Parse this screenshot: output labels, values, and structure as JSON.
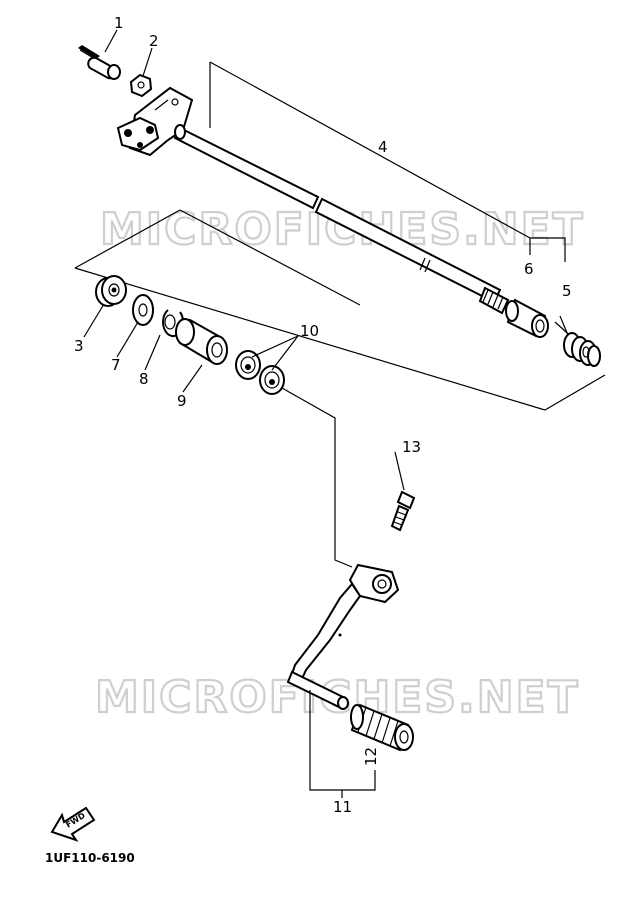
{
  "watermark": "MICROFICHES.NET",
  "part_number": "1UF110-6190",
  "fwd_label": "FWD",
  "callouts": [
    {
      "id": "c1",
      "text": "1"
    },
    {
      "id": "c2",
      "text": "2"
    },
    {
      "id": "c3",
      "text": "3"
    },
    {
      "id": "c4",
      "text": "4"
    },
    {
      "id": "c5",
      "text": "5"
    },
    {
      "id": "c6",
      "text": "6"
    },
    {
      "id": "c7",
      "text": "7"
    },
    {
      "id": "c8",
      "text": "8"
    },
    {
      "id": "c9",
      "text": "9"
    },
    {
      "id": "c10",
      "text": "10"
    },
    {
      "id": "c11",
      "text": "11"
    },
    {
      "id": "c12",
      "text": "12"
    },
    {
      "id": "c13",
      "text": "13"
    }
  ]
}
